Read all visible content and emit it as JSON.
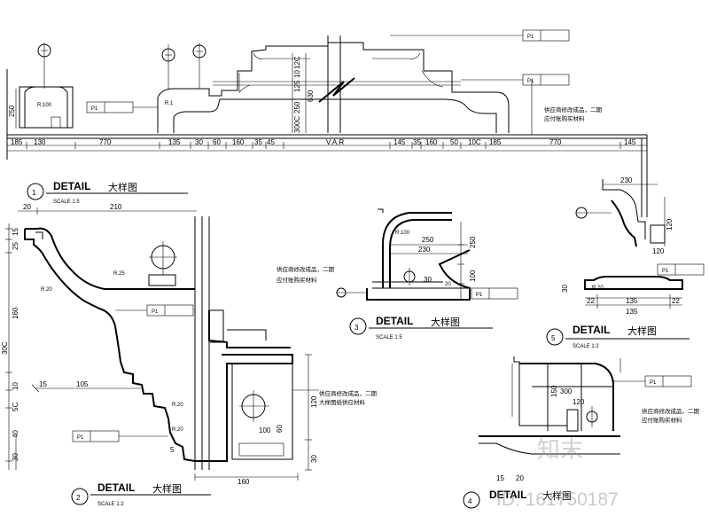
{
  "top_section": {
    "tag_labels": [
      "P1",
      "P1",
      "P1"
    ],
    "vertical_dims": [
      "250",
      "12C",
      "10",
      "125",
      "250",
      "630",
      "300C"
    ],
    "horizontal_dims": [
      "185",
      "130",
      "770",
      "135",
      "30",
      "60",
      "160",
      "35",
      "45",
      "V.A.R",
      "145",
      "35",
      "160",
      "50",
      "10C",
      "185",
      "770",
      "145"
    ],
    "small_labels": [
      "R.100",
      "R.1"
    ],
    "note_lines": [
      "供应商修改成品，二期",
      "应付账购买材料"
    ]
  },
  "detail_1": {
    "number": "1",
    "title": "DETAIL",
    "title_cn": "大样图",
    "scale": "SCALE 1:5",
    "tag": "P1",
    "top_dims": [
      "20",
      "210"
    ],
    "left_dims": [
      "15",
      "25",
      "160",
      "30C",
      "10",
      "15"
    ],
    "radius_labels": [
      "R.20",
      "R.25"
    ],
    "dims_inner": [
      "15",
      "105"
    ]
  },
  "detail_2": {
    "number": "2",
    "title": "DETAIL",
    "title_cn": "大样图",
    "scale": "SCALE 1:2",
    "tag": "P1",
    "left_dims": [
      "5C",
      "40",
      "30",
      "5"
    ],
    "radius_labels": [
      "R.20",
      "R.20"
    ],
    "dims_inner": [
      "120",
      "100",
      "60",
      "30"
    ],
    "bottom_dim": "160",
    "note_lines": [
      "供应商修改成品，二期",
      "大样图纸供应材料"
    ]
  },
  "detail_3": {
    "number": "3",
    "title": "DETAIL",
    "title_cn": "大样图",
    "scale": "SCALE 1:5",
    "tag": "P1",
    "dims": [
      "R.100",
      "250",
      "230",
      "250",
      "100",
      "30",
      "20"
    ],
    "note_lines": [
      "供应商修改成品，二期",
      "应付账购买材料"
    ]
  },
  "detail_4": {
    "number": "4",
    "title": "DETAIL",
    "title_cn": "大样图",
    "tag": "P1",
    "dims": [
      "150",
      "300",
      "120",
      "15",
      "20"
    ],
    "note_lines": [
      "供应商修改成品，二期",
      "应付账购买材料"
    ]
  },
  "detail_5": {
    "number": "5",
    "title": "DETAIL",
    "title_cn": "大样图",
    "scale": "SCALE 1:2",
    "tag": "P1",
    "dims": [
      "230",
      "120",
      "30",
      "120",
      "R.20",
      "22",
      "135",
      "22",
      "135"
    ]
  },
  "watermark": {
    "logo_text": "知末",
    "id_text": "ID: 161750187"
  }
}
